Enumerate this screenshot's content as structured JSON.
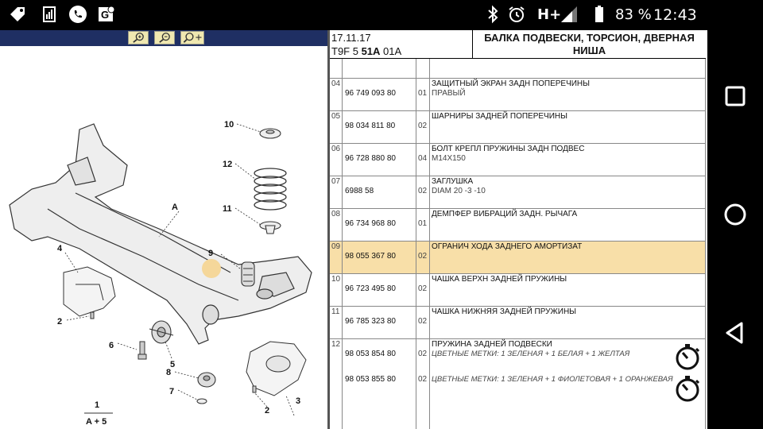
{
  "status_bar": {
    "battery_percent": "83 %",
    "time": "12:43",
    "network": "H+"
  },
  "toolbar": {
    "tools": [
      "zoom-in",
      "zoom-out",
      "zoom-move"
    ]
  },
  "header": {
    "date": "17.11.17",
    "code_prefix": "T9F 5 ",
    "code_bold": "51A",
    "code_suffix": " 01A",
    "title": "БАЛКА ПОДВЕСКИ, ТОРСИОН, ДВЕРНАЯ НИША"
  },
  "diagram": {
    "callouts": [
      "10",
      "12",
      "11",
      "A",
      "9",
      "4",
      "2",
      "6",
      "5",
      "8",
      "7",
      "2",
      "3",
      "1"
    ],
    "bottom_label": "A + 5",
    "highlight_color": "#f5d79a"
  },
  "parts": [
    {
      "num": "04",
      "part": "96 749 093 80",
      "qty": "01",
      "desc": "ЗАЩИТНЫЙ ЭКРАН ЗАДН ПОПЕРЕЧИНЫ",
      "desc2": "ПРАВЫЙ"
    },
    {
      "num": "05",
      "part": "98 034 811 80",
      "qty": "02",
      "desc": "ШАРНИРЫ ЗАДНЕЙ ПОПЕРЕЧИНЫ",
      "desc2": ""
    },
    {
      "num": "06",
      "part": "96 728 880 80",
      "qty": "04",
      "desc": "БОЛТ КРЕПЛ ПРУЖИНЫ ЗАДН ПОДВЕС",
      "desc2": "M14X150"
    },
    {
      "num": "07",
      "part": "6988 58",
      "qty": "02",
      "desc": "ЗАГЛУШКА",
      "desc2": "DIAM 20 -3 -10"
    },
    {
      "num": "08",
      "part": "96 734 968 80",
      "qty": "01",
      "desc": "ДЕМПФЕР ВИБРАЦИЙ ЗАДН. РЫЧАГА",
      "desc2": ""
    },
    {
      "num": "09",
      "part": "98 055 367 80",
      "qty": "02",
      "desc": "ОГРАНИЧ ХОДА ЗАДНЕГО АМОРТИЗАТ",
      "desc2": ""
    },
    {
      "num": "10",
      "part": "96 723 495 80",
      "qty": "02",
      "desc": "ЧАШКА ВЕРХН ЗАДНЕЙ ПРУЖИНЫ",
      "desc2": ""
    },
    {
      "num": "11",
      "part": "96 785 323 80",
      "qty": "02",
      "desc": "ЧАШКА НИЖНЯЯ ЗАДНЕЙ ПРУЖИНЫ",
      "desc2": ""
    },
    {
      "num": "12",
      "desc": "ПРУЖИНА ЗАДНЕЙ ПОДВЕСКИ",
      "variants": [
        {
          "part": "98 053 854 80",
          "qty": "02",
          "note": "ЦВЕТНЫЕ МЕТКИ: 1 ЗЕЛЕНАЯ + 1 БЕЛАЯ + 1 ЖЕЛТАЯ"
        },
        {
          "part": "98 053 855 80",
          "qty": "02",
          "note": "ЦВЕТНЫЕ МЕТКИ: 1 ЗЕЛЕНАЯ + 1 ФИОЛЕТОВАЯ + 1 ОРАНЖЕВАЯ"
        }
      ]
    }
  ],
  "selected_row": "09",
  "highlight_color": "#f8dfa8"
}
